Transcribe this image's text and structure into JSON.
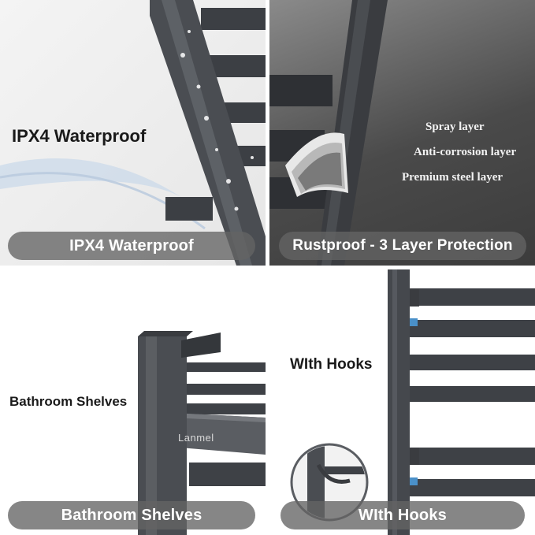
{
  "panels": {
    "waterproof": {
      "heading": "IPX4  Waterproof",
      "pill": "IPX4   Waterproof"
    },
    "rustproof": {
      "layers": [
        "Spray layer",
        "Anti-corrosion layer",
        "Premium steel layer"
      ],
      "pill": "Rustproof - 3 Layer Protection"
    },
    "shelves": {
      "heading": "Bathroom Shelves",
      "brand": "Lanmel",
      "pill": "Bathroom Shelves"
    },
    "hooks": {
      "heading": "WIth Hooks",
      "pill": "WIth  Hooks"
    }
  },
  "colors": {
    "metal": "#4a4d52",
    "pill_bg": "#646464",
    "hook_accent": "#4a90c8"
  }
}
